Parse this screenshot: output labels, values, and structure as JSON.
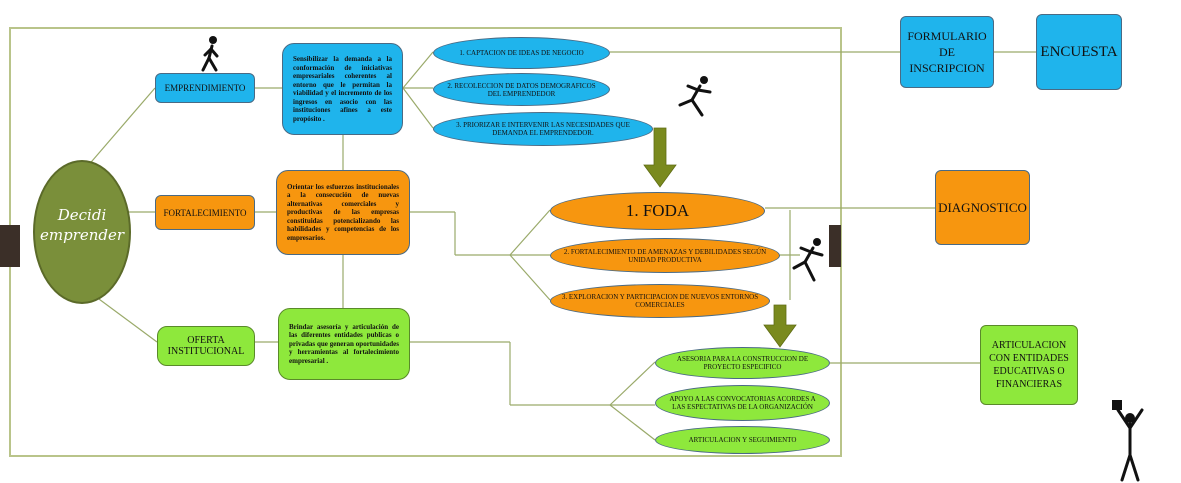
{
  "logo": {
    "line1": "Decidi",
    "line2": "emprender"
  },
  "left": {
    "emprendimiento": "EMPRENDIMIENTO",
    "fortalecimiento": "FORTALECIMIENTO",
    "oferta": "OFERTA INSTITUCIONAL"
  },
  "middle": {
    "p1": "Sensibilizar la demanda a la conformación de iniciativas empresariales coherentes al entorno que le permitan la viabilidad y el incremento de los ingresos en asocio con las instituciones afines a este propósito .",
    "p2": "Orientar los esfuerzos institucionales a la consecución de nuevas alternativas comerciales y productivas de las empresas constituidas potencializando las habilidades y competencias de los empresarios.",
    "p3": "Brindar asesoría y articulación de las diferentes entidades publicas o privadas que generan oportunidades y herramientas al fortalecimiento empresarial ."
  },
  "blue_ellipses": [
    "1.      CAPTACION DE IDEAS DE NEGOCIO",
    "2. RECOLECCION DE DATOS DEMOGRAFICOS DEL EMPRENDEDOR",
    "3. PRIORIZAR E INTERVENIR LAS NECESIDADES QUE DEMANDA EL EMPRENDEDOR."
  ],
  "orange_ellipses": [
    "1. FODA",
    "2. FORTALECIMIENTO DE AMENAZAS Y DEBILIDADES SEGÚN UNIDAD PRODUCTIVA",
    "3. EXPLORACION Y PARTICIPACION DE  NUEVOS ENTORNOS COMERCIALES"
  ],
  "green_ellipses": [
    "ASESORIA  PARA LA CONSTRUCCION DE PROYECTO ESPECIFICO",
    "APOYO A LAS CONVOCATORIAS ACORDES A LAS ESPECTATIVAS DE LA ORGANIZACIÓN",
    "ARTICULACION Y SEGUIMIENTO"
  ],
  "right": {
    "formulario": "FORMULARIO DE INSCRIPCION",
    "encuesta": "ENCUESTA",
    "diagnostico": "DIAGNOSTICO",
    "articulacion": "ARTICULACION CON ENTIDADES EDUCATIVAS O FINANCIERAS"
  },
  "colors": {
    "blue": "#1fb4ec",
    "orange": "#f7960f",
    "green": "#8ee83c",
    "connector": "#9aaa6a",
    "arrow": "#7a8a1e"
  },
  "icons": [
    "walking-person-icon",
    "running-person-icon",
    "celebrating-person-icon"
  ]
}
